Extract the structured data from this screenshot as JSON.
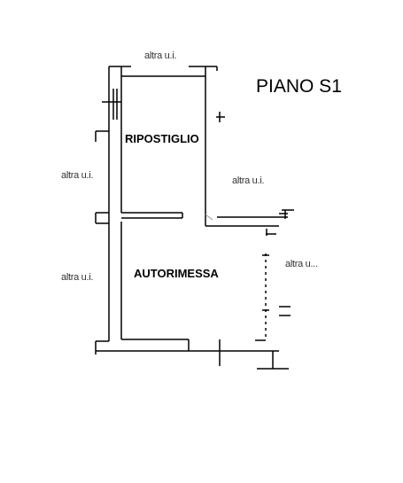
{
  "title": "PIANO S1",
  "rooms": {
    "storage": "RIPOSTIGLIO",
    "garage": "AUTORIMESSA"
  },
  "neighbors": {
    "top": "altra u.i.",
    "left_upper": "altra u.i.",
    "right_upper": "altra u.i.",
    "left_lower": "altra u.i.",
    "right_lower": "altra u..."
  }
}
